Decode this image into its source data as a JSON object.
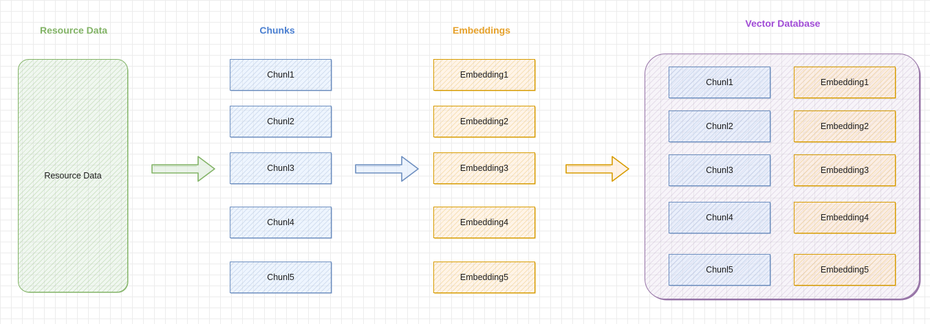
{
  "titles": {
    "resource": "Resource Data",
    "chunks": "Chunks",
    "embeddings": "Embeddings",
    "vectordb": "Vector Database"
  },
  "colors": {
    "green": "#82b366",
    "blue": "#6c8ebf",
    "orange": "#d79b00",
    "purple": "#9673a6",
    "title_green": "#82b366",
    "title_blue": "#4a7fd1",
    "title_orange": "#e6a12a",
    "title_purple": "#a04bd6"
  },
  "resource_box": {
    "label": "Resource Data"
  },
  "chunks": [
    "Chunl1",
    "Chunl2",
    "Chunl3",
    "Chunl4",
    "Chunl5"
  ],
  "embeddings": [
    "Embedding1",
    "Embedding2",
    "Embedding3",
    "Embedding4",
    "Embedding5"
  ],
  "vector_db": {
    "chunks": [
      "Chunl1",
      "Chunl2",
      "Chunl3",
      "Chunl4",
      "Chunl5"
    ],
    "embeddings": [
      "Embedding1",
      "Embedding2",
      "Embedding3",
      "Embedding4",
      "Embedding5"
    ]
  },
  "arrows": [
    "hollow-arrow",
    "hollow-arrow",
    "hollow-arrow"
  ]
}
